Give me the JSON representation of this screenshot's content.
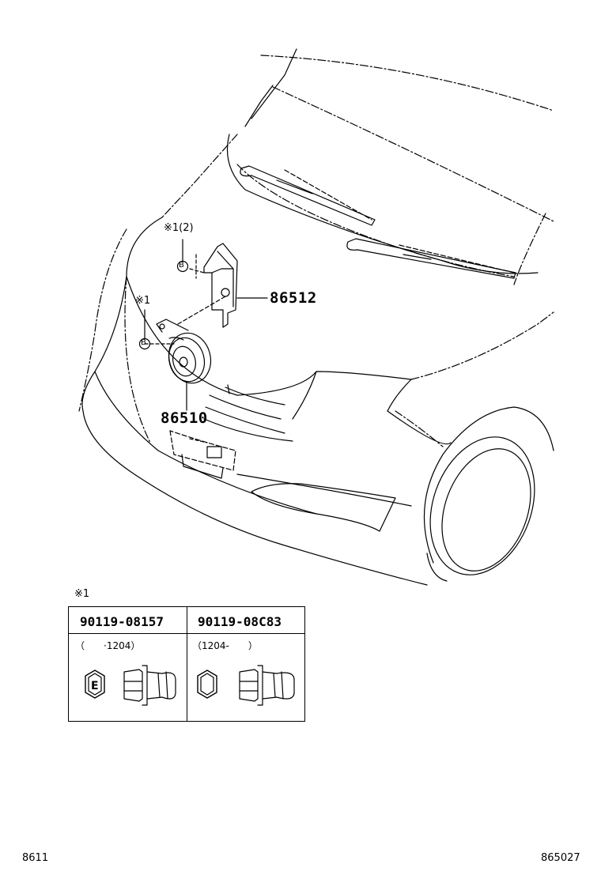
{
  "callouts": {
    "bracket_part": "86512",
    "horn_part": "86510",
    "ref_upper": "※1(2)",
    "ref_lower": "※1",
    "bolt_symbol": "B"
  },
  "table": {
    "ref_mark": "※1",
    "columns": [
      {
        "part_number": "90119-08157",
        "range": "（　　·1204）"
      },
      {
        "part_number": "90119-08C83",
        "range": "（1204-　　）"
      }
    ],
    "head_mark": "E"
  },
  "footer": {
    "left_code": "8611",
    "right_code": "865027"
  }
}
